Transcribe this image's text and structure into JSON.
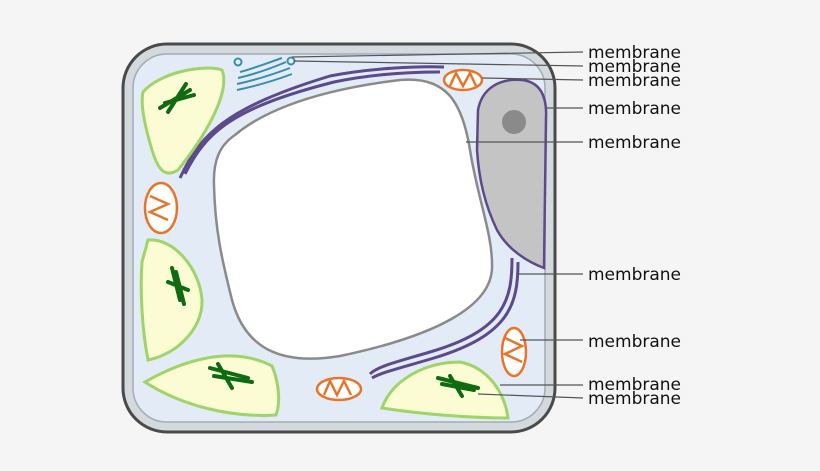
{
  "diagram": {
    "labels": [
      "membrane",
      "membrane",
      "membrane",
      "membrane",
      "membrane",
      "membrane",
      "membrane",
      "membrane",
      "membrane"
    ]
  },
  "colors": {
    "background": "#f5f5f5",
    "cell_wall": "#d4d9dd",
    "cell_wall_outline": "#4a4a4a",
    "cytoplasm": "#e3ebf7",
    "vacuole": "#ffffff",
    "vacuole_outline": "#8a8a8a",
    "tonoplast": "#5c4a8a",
    "nucleus": "#c4c4c4",
    "nucleolus": "#8a8a8a",
    "chloroplast_fill": "#fbfbd4",
    "chloroplast_outline": "#9fd46a",
    "thylakoid": "#0f6b12",
    "mitochondrion": "#e8742a",
    "golgi": "#3a8ea8"
  }
}
